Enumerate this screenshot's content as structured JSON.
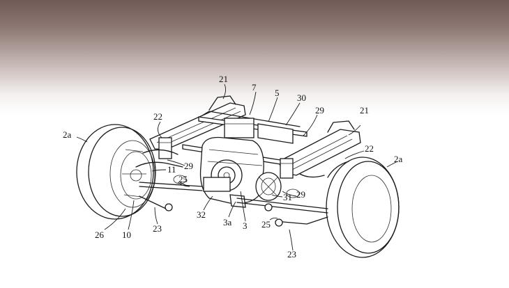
{
  "labels": {
    "l21_top": "21",
    "l7": "7",
    "l5": "5",
    "l30": "30",
    "l22_left": "22",
    "l29_top": "29",
    "l21_right": "21",
    "l2a_left": "2a",
    "l29_left": "29",
    "l11": "11",
    "l22_right": "22",
    "l2a_right": "2a",
    "l25_left": "25",
    "l29_right": "29",
    "l31": "31",
    "l32": "32",
    "l3a": "3a",
    "l3": "3",
    "l26": "26",
    "l10": "10",
    "l23_left": "23",
    "l25_right": "25",
    "l23_right": "23"
  },
  "colors": {
    "header_band": "#6f5a55",
    "line": "#1a1a1a",
    "background": "#ffffff"
  }
}
